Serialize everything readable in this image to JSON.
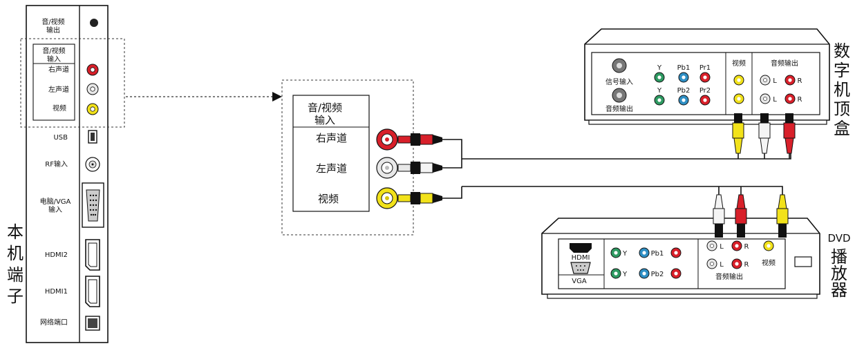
{
  "tv_panel": {
    "vertical_title": [
      "本",
      "机",
      "端",
      "子"
    ],
    "av_output_lines": [
      "音/视频",
      "输出"
    ],
    "av_input_lines": [
      "音/视频",
      "输入"
    ],
    "right_channel": "右声道",
    "left_channel": "左声道",
    "video": "视频",
    "usb": "USB",
    "rf_input": "RF输入",
    "pc_vga_lines": [
      "电脑/VGA",
      "输入"
    ],
    "hdmi2": "HDMI2",
    "hdmi1": "HDMI1",
    "network": "网络端口"
  },
  "zoom_box": {
    "title_lines": [
      "音/视频",
      "输入"
    ],
    "right_channel": "右声道",
    "left_channel": "左声道",
    "video": "视频"
  },
  "set_top_box": {
    "vertical_title": [
      "数",
      "字",
      "机",
      "顶",
      "盒"
    ],
    "signal_input": "信号输入",
    "audio_output": "音频输出",
    "y1": "Y",
    "pb1": "Pb1",
    "pr1": "Pr1",
    "y2": "Y",
    "pb2": "Pb2",
    "pr2": "Pr2",
    "video_out": "视频",
    "audio_out": "音频输出",
    "l": "L",
    "r": "R"
  },
  "dvd": {
    "vertical_title": [
      "DVD",
      "播",
      "放",
      "器"
    ],
    "hdmi": "HDMI",
    "vga": "VGA",
    "y": "Y",
    "pb1": "Pb1",
    "pb2": "Pb2",
    "l": "L",
    "r": "R",
    "video": "视频",
    "audio_out": "音频输出"
  },
  "colors": {
    "red": "#d8202a",
    "white": "#e8e8e8",
    "yellow": "#f2e21a",
    "green": "#2e9a62",
    "blue": "#2f8fc4",
    "line": "#111111"
  }
}
